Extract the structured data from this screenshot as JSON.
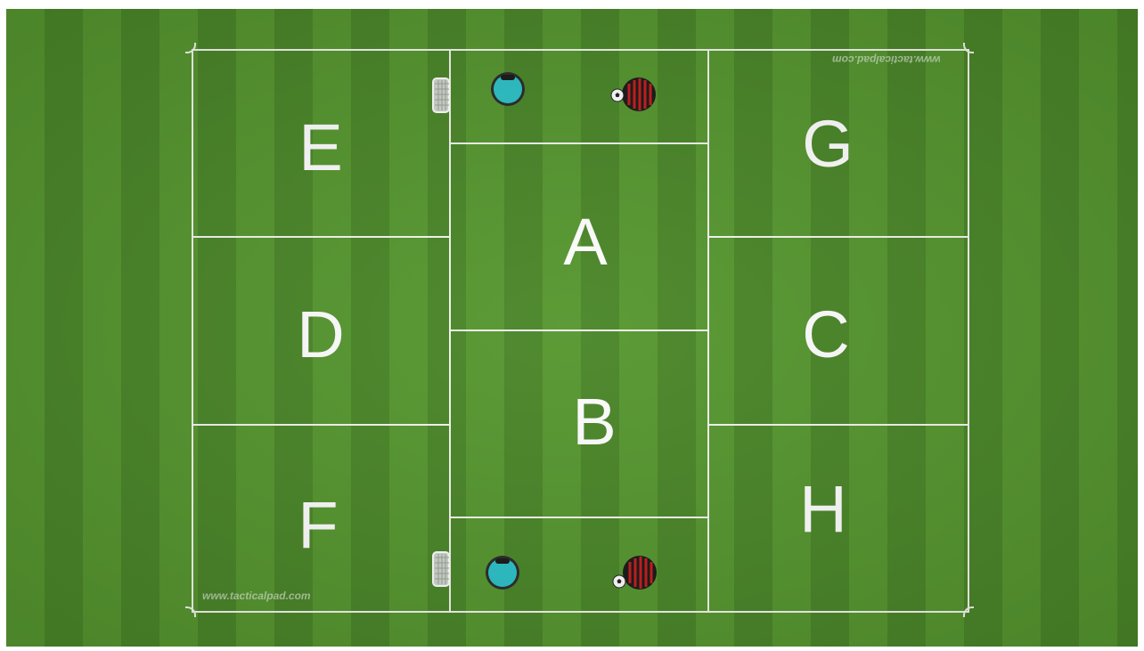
{
  "zones": [
    "A",
    "B",
    "C",
    "D",
    "E",
    "F",
    "G",
    "H"
  ],
  "watermark_bottom": "www.tacticalpad.com",
  "watermark_top": "www.tacticalpad.com",
  "team_colors": {
    "cyan": "#2cc3c8",
    "red_black": "#c91b1b"
  },
  "pitch_colors": {
    "stripe_light": "#56972f",
    "stripe_dark": "#4a8628",
    "line": "#f4f7ef"
  },
  "icons": [
    "goal-icon",
    "ball-icon",
    "player-cyan-icon",
    "player-redblack-icon"
  ]
}
